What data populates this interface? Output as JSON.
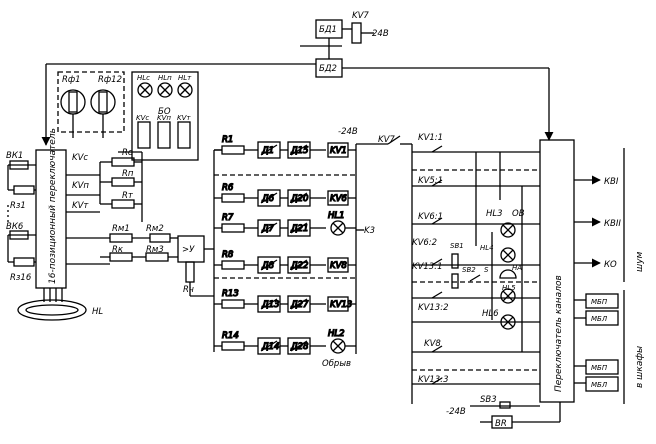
{
  "blocks": {
    "bd1": "БД1",
    "bd2": "БД2",
    "kv7_top": "KV7",
    "v24_top": "24В",
    "bo": "БО",
    "hlc": "HLc",
    "hlp": "HLп",
    "hlt": "HLт",
    "kvc": "KVc",
    "kvp": "KVп",
    "kvt": "KVт",
    "rf1": "Rф1",
    "rf12": "Rф12",
    "switch16": "16-позиционный переключатель",
    "hl_lamp": "HL",
    "amp": ">У",
    "ru": "Rч",
    "channel_switch": "Переключатель каналов"
  },
  "left": {
    "vk1": "ВК1",
    "r31": "Rз1",
    "vk6": "ВК6",
    "r316": "Rз16",
    "kv_c": "KVc",
    "kv_p": "KVп",
    "kv_t": "KVт",
    "rc": "Rc",
    "rp": "Rп",
    "rt": "Rт",
    "rm1": "Rм1",
    "rm2": "Rм2",
    "rk": "Rк",
    "rm3": "Rм3"
  },
  "channels": [
    {
      "r": "R1",
      "d1": "Д1",
      "d2": "Д15",
      "out": "KV1"
    },
    {
      "r": "R6",
      "d1": "Д6",
      "d2": "Д20",
      "out": "KV6"
    },
    {
      "r": "R7",
      "d1": "Д7",
      "d2": "Д21",
      "out": "HL1"
    },
    {
      "r": "R8",
      "d1": "Д8",
      "d2": "Д22",
      "out": "KV8"
    },
    {
      "r": "R13",
      "d1": "Д13",
      "d2": "Д27",
      "out": "KV13"
    },
    {
      "r": "R14",
      "d1": "Д14",
      "d2": "Д28",
      "out": "HL2"
    }
  ],
  "mid": {
    "v24": "-24В",
    "kv7": "KV7",
    "k3": "K3",
    "obryv": "Обрыв"
  },
  "right": {
    "kv1_1": "KV1:1",
    "kv5_1": "KV5:1",
    "kv6_1": "KV6:1",
    "hl3": "HL3",
    "ov": "ОВ",
    "kv6_2": "KV6:2",
    "sb1": "SB1",
    "hl4": "HL4",
    "ha": "HA",
    "kv13_1": "KV13:1",
    "sb2": "SB2",
    "s": "S",
    "hl5": "HL5",
    "kv13_2": "KV13:2",
    "hl6": "HL6",
    "kv8": "KV8",
    "kv13_3": "KV13:3",
    "v24": "-24В",
    "sb3": "SB3",
    "vr": "ВR",
    "kv_i": "КВI",
    "kv_ii": "КВII",
    "ko": "КО",
    "mbp1": "МБП",
    "mbl1": "МБЛ",
    "mbp2": "МБП",
    "mbl2": "МБЛ",
    "noise": "шум",
    "cabinets": "в шкафы"
  }
}
